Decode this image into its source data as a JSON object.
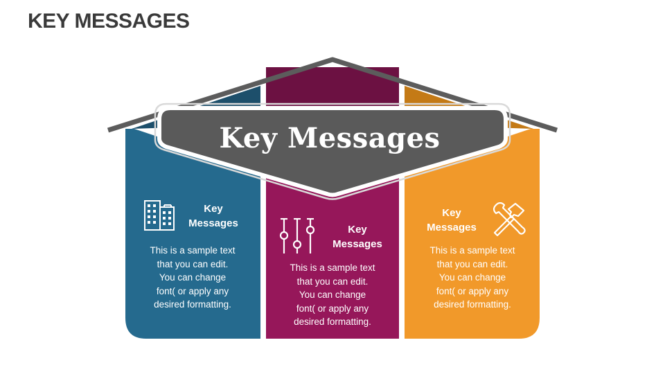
{
  "slide": {
    "title": "KEY MESSAGES"
  },
  "banner": {
    "title": "Key Messages",
    "color": "#5a5a5a"
  },
  "columns": [
    {
      "heading_line1": "Key",
      "heading_line2": "Messages",
      "body_lines": [
        "This is a sample text",
        "that you can edit.",
        "You can change",
        "font( or apply any",
        "desired formatting."
      ],
      "color": "#256a8e",
      "roof_color": "#1d4f6b",
      "icon": "office-building-icon"
    },
    {
      "heading_line1": "Key",
      "heading_line2": "Messages",
      "body_lines": [
        "This is a sample text",
        "that you can edit.",
        "You can change",
        "font( or apply any",
        "desired formatting."
      ],
      "color": "#96175a",
      "roof_color": "#6c1142",
      "icon": "equalizer-sliders-icon"
    },
    {
      "heading_line1": "Key",
      "heading_line2": "Messages",
      "body_lines": [
        "This is a sample text",
        "that you can edit.",
        "You can change",
        "font( or apply any",
        "desired formatting."
      ],
      "color": "#f1992a",
      "roof_color": "#c47a16",
      "icon": "hammer-wrench-icon"
    }
  ],
  "roof_line_color": "#5c5c5c"
}
